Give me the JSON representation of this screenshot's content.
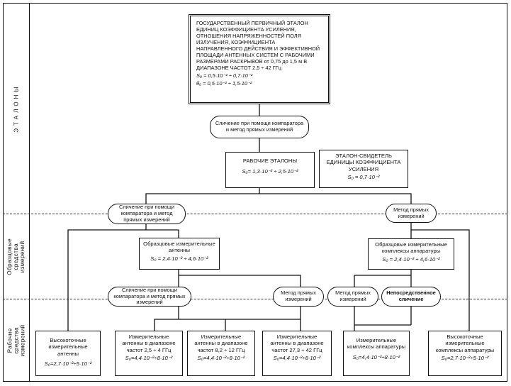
{
  "side_labels": {
    "etalons": "ЭТАЛОНЫ",
    "obraztsovye": "Образцовые средства измерений",
    "rabochie": "Рабочие средства измерений"
  },
  "primary": {
    "text": "ГОСУДАРСТВЕННЫЙ ПЕРВИЧНЫЙ ЭТАЛОН ЕДИНИЦ КОЭФФИЦИЕНТА УСИЛЕНИЯ, ОТНОШЕНИЯ НАПРЯЖЕННОСТЕЙ ПОЛЯ ИЗЛУЧЕНИЯ, КОЭФФИЦИЕНТА НАПРАВЛЕННОГО ДЕЙСТВИЯ И ЭФФЕКТИВНОЙ ПЛОЩАДИ АНТЕННЫХ СИСТЕМ С РАБОЧИМИ РАЗМЕРАМИ РАСКРЫВОВ от 0,75 до 1,5 м В ДИАПАЗОНЕ ЧАСТОТ 2,5 ÷ 42 ГГц",
    "s0": "S₀ = 0,5·10⁻² ÷ 0,7·10⁻²",
    "theta0": "θ₀ = 0,5·10⁻² ÷ 1,5·10⁻²"
  },
  "method_top": "Сличение при помощи компаратора и метод прямых измерений",
  "working_etalon": {
    "title": "РАБОЧИЕ ЭТАЛОНЫ",
    "value": "S₀= 1,3·10⁻² ÷ 2,5·10⁻²"
  },
  "witness_etalon": {
    "title": "ЭТАЛОН-СВИДЕТЕЛЬ ЕДИНИЦЫ КОЭФФИЦИЕНТА УСИЛЕНИЯ",
    "value": "S₀ = 0,7·10⁻²"
  },
  "method_left_mid": "Сличение при помощи компаратора и метод прямых измерений",
  "method_right_mid": "Метод прямых измерений",
  "ref_antennas": {
    "title": "Образцовые измерительные антенны",
    "value": "S₀ = 2,4·10⁻² ÷ 4,6·10⁻²"
  },
  "ref_complexes": {
    "title": "Образцовые измерительные комплексы аппаратуры",
    "value": "S₀ = 2,4·10⁻² ÷ 4,6·10⁻²"
  },
  "method_left_low": "Сличение при помощи компаратора и метод прямых измерений",
  "method_direct_a": "Метод прямых измерений",
  "method_direct_b": "Метод прямых измерений",
  "method_immediate": "Непосредственное сличение",
  "bottom": [
    {
      "title": "Высокоточные измерительные антенны",
      "value": "S₀=2,7·10⁻²÷5·10⁻²"
    },
    {
      "title": "Измерительные антенны в диапазоне частот 2,5 ÷ 4 ГГц",
      "value": "S₀=4,4·10⁻²÷8·10⁻²"
    },
    {
      "title": "Измерительные антенны в диапазоне частот 8,2 ÷ 12 ГГц",
      "value": "S₀=4,4·10⁻²÷8·10⁻²"
    },
    {
      "title": "Измерительные антенны в диапазоне частот 27,3 ÷ 42 ГГц",
      "value": "S₀=4,4·10⁻²÷8·10⁻²"
    },
    {
      "title": "Измерительные комплексы аппаратуры",
      "value": "S₀=4,4·10⁻²÷8·10⁻²"
    },
    {
      "title": "Высокоточные измерительные комплексы аппаратуры",
      "value": "S₀=2,7·10⁻²÷5·10⁻²"
    }
  ]
}
